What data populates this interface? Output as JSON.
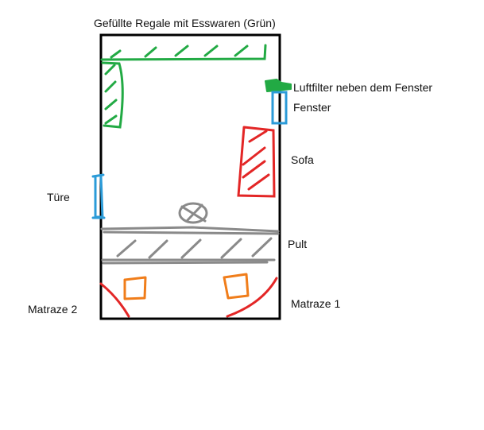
{
  "labels": {
    "shelves": "Gefüllte Regale mit Esswaren (Grün)",
    "air_filter": "Luftfilter neben dem Fenster",
    "window": "Fenster",
    "sofa": "Sofa",
    "door": "Türe",
    "desk": "Pult",
    "mattress_2": "Matraze 2",
    "mattress_1": "Matraze 1"
  },
  "colors": {
    "walls": "#000000",
    "shelves": "#22aa44",
    "air_filter": "#22aa44",
    "window": "#2b9bd8",
    "door": "#2b9bd8",
    "sofa": "#e32626",
    "mattress": "#e32626",
    "desk": "#8a8a8a",
    "chair": "#8a8a8a",
    "pillow": "#f07d1a"
  }
}
